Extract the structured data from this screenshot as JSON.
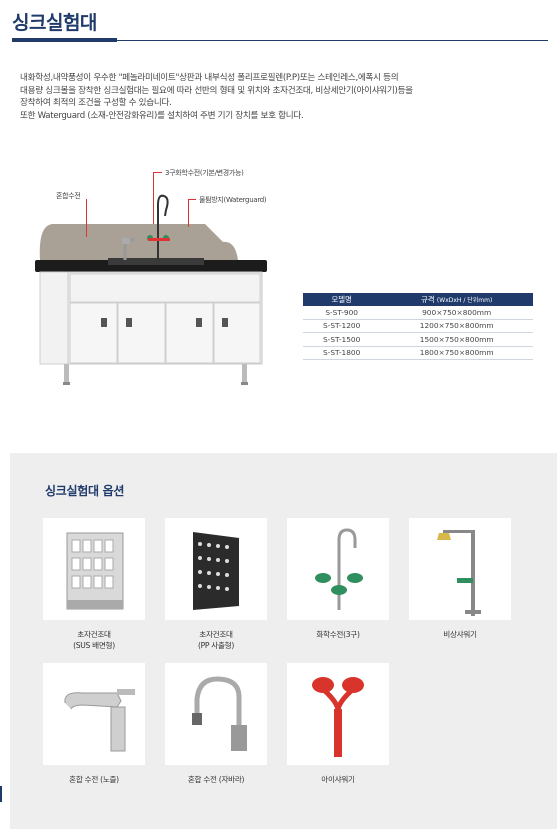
{
  "page": {
    "title": "싱크실험대",
    "description": [
      "내화학성,내약품성이 우수한 \"페놀라미네이트\"상판과 내부식성 폴리프로필렌(P.P)또는 스테인레스,에폭시 등의",
      "대용량 싱크볼을 장착한 싱크실험대는 필요에 따라 선반의 형태 및 위치와 초자건조대, 비상세안기(아이샤워기)등을",
      "장착하여 최적의 조건을 구성할 수 있습니다.",
      "또한 Waterguard (소재-안전강화유리)를 설치하여 주변 기기 장치를 보호 합니다."
    ]
  },
  "callouts": {
    "mixing_faucet": "혼합수전",
    "chemical_faucet": "3구화학수전(기본/변경가능)",
    "waterguard": "물튐방지(Waterguard)"
  },
  "spec_table": {
    "headers": {
      "model": "모델명",
      "spec": "규격",
      "spec_unit": "(WxDxH / 단위mm)"
    },
    "rows": [
      {
        "model": "S-ST-900",
        "spec": "900×750×800mm"
      },
      {
        "model": "S-ST-1200",
        "spec": "1200×750×800mm"
      },
      {
        "model": "S-ST-1500",
        "spec": "1500×750×800mm"
      },
      {
        "model": "S-ST-1800",
        "spec": "1800×750×800mm"
      }
    ]
  },
  "options": {
    "title": "싱크실험대 옵션",
    "items": [
      {
        "label_line1": "초자건조대",
        "label_line2": "(SUS 배면형)"
      },
      {
        "label_line1": "초자건조대",
        "label_line2": "(PP 사출형)"
      },
      {
        "label_line1": "화학수전(3구)",
        "label_line2": ""
      },
      {
        "label_line1": "비상샤워기",
        "label_line2": ""
      },
      {
        "label_line1": "혼합 수전 (노즐)",
        "label_line2": ""
      },
      {
        "label_line1": "혼합 수전 (자바라)",
        "label_line2": ""
      },
      {
        "label_line1": "아이샤워기",
        "label_line2": ""
      }
    ]
  },
  "colors": {
    "brand": "#1f3a6b",
    "panel": "#eeeeee",
    "callout_line": "#dd3333",
    "eyewash_red": "#d8342b",
    "faucet_green": "#2f8f5f"
  }
}
